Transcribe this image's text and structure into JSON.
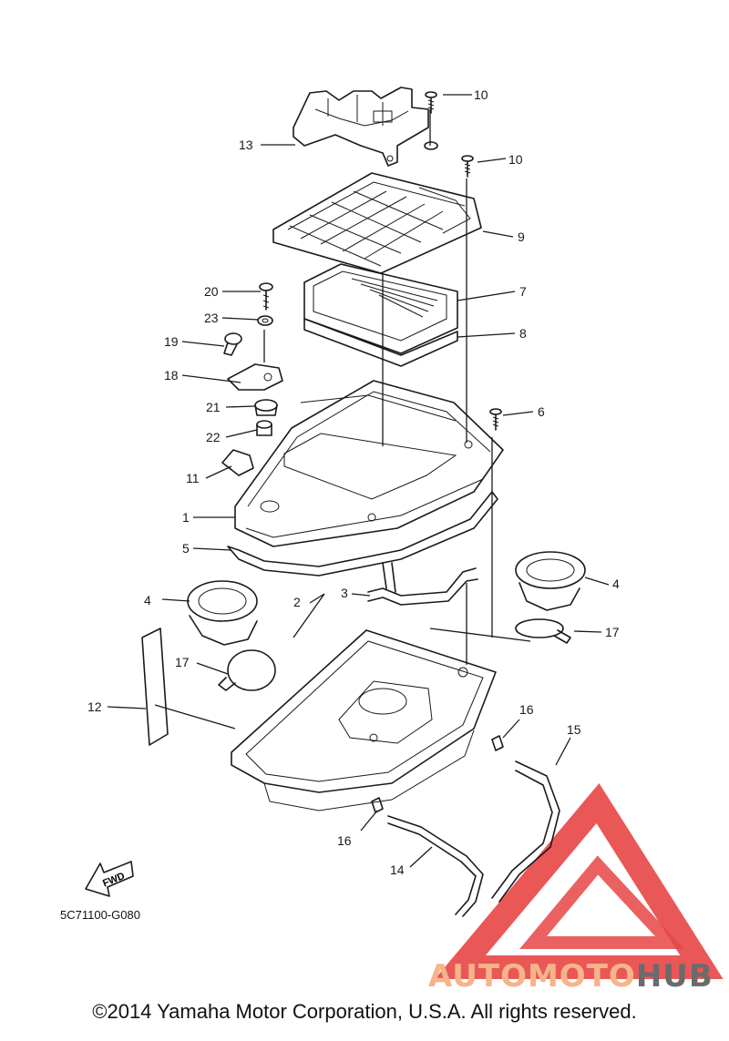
{
  "diagram": {
    "drawing_code": "5C71100-G080",
    "fwd_label": "FWD",
    "copyright": "©2014 Yamaha Motor Corporation, U.S.A. All rights reserved.",
    "watermark": {
      "part_a": "AUTOMOTO",
      "part_b": "HUB"
    },
    "colors": {
      "line": "#1a1a1a",
      "watermark_red": "#e84545",
      "watermark_orange": "#f5b48a",
      "watermark_grey": "#6b6b6b"
    },
    "callouts": [
      {
        "id": "c10a",
        "label": "10"
      },
      {
        "id": "c10b",
        "label": "10"
      },
      {
        "id": "c13",
        "label": "13"
      },
      {
        "id": "c9",
        "label": "9"
      },
      {
        "id": "c20",
        "label": "20"
      },
      {
        "id": "c7",
        "label": "7"
      },
      {
        "id": "c23",
        "label": "23"
      },
      {
        "id": "c8",
        "label": "8"
      },
      {
        "id": "c19",
        "label": "19"
      },
      {
        "id": "c18",
        "label": "18"
      },
      {
        "id": "c21",
        "label": "21"
      },
      {
        "id": "c6",
        "label": "6"
      },
      {
        "id": "c22",
        "label": "22"
      },
      {
        "id": "c11",
        "label": "11"
      },
      {
        "id": "c1",
        "label": "1"
      },
      {
        "id": "c5",
        "label": "5"
      },
      {
        "id": "c3",
        "label": "3"
      },
      {
        "id": "c4a",
        "label": "4"
      },
      {
        "id": "c4b",
        "label": "4"
      },
      {
        "id": "c2",
        "label": "2"
      },
      {
        "id": "c17a",
        "label": "17"
      },
      {
        "id": "c17b",
        "label": "17"
      },
      {
        "id": "c12",
        "label": "12"
      },
      {
        "id": "c16a",
        "label": "16"
      },
      {
        "id": "c15",
        "label": "15"
      },
      {
        "id": "c16b",
        "label": "16"
      },
      {
        "id": "c14",
        "label": "14"
      }
    ]
  }
}
